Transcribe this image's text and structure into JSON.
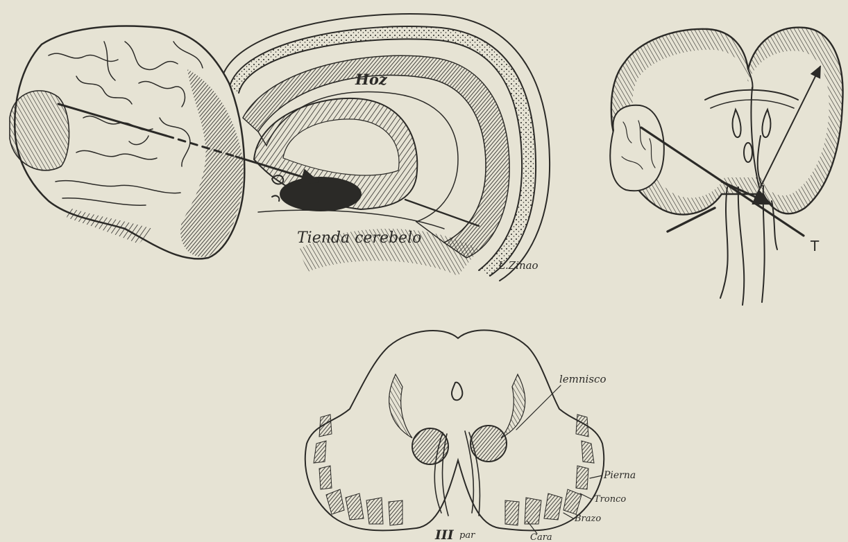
{
  "figure": {
    "labels": {
      "hoz": "Hoz",
      "tienda": "Tienda cerebelo",
      "signature": "L.Zinao",
      "t_marker": "T",
      "lemnisco": "lemnisco",
      "pierna": "Pierna",
      "tronco": "Tronco",
      "brazo": "Brazo",
      "cara": "Cara",
      "iii_par_numeral": "III",
      "iii_par_word": "par"
    },
    "colors": {
      "paper": "#e6e3d4",
      "ink": "#2b2a27"
    }
  }
}
